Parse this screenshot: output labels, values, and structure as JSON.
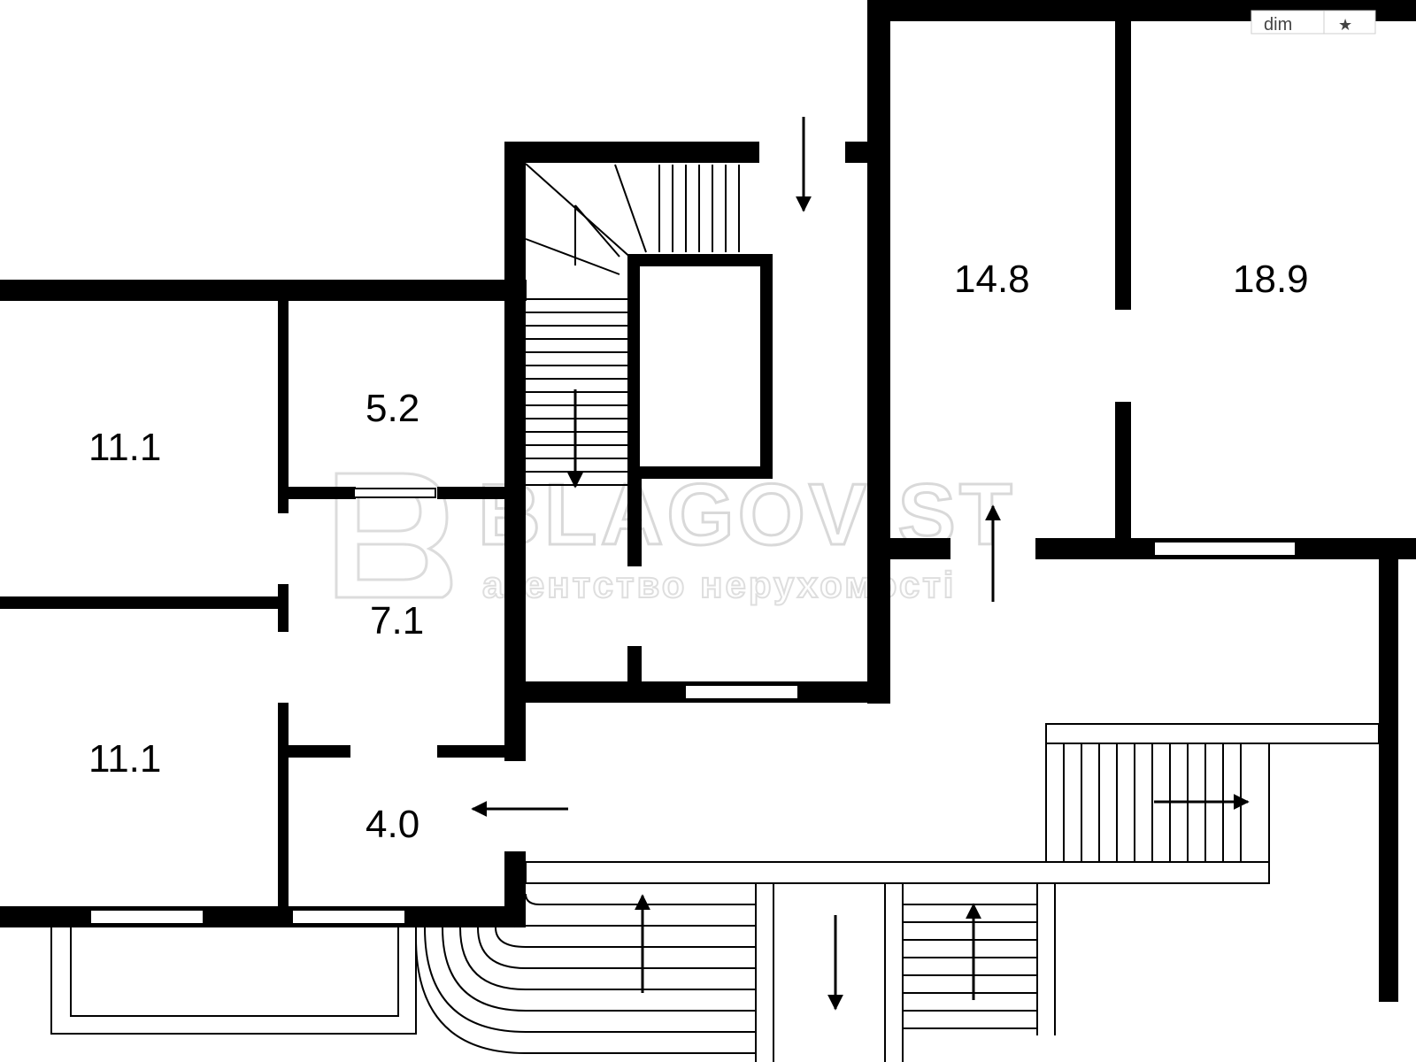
{
  "plan": {
    "rooms": [
      {
        "id": "room-a",
        "area": "11.1"
      },
      {
        "id": "room-b",
        "area": "5.2"
      },
      {
        "id": "room-c",
        "area": "7.1"
      },
      {
        "id": "room-d",
        "area": "11.1"
      },
      {
        "id": "room-e",
        "area": "4.0"
      },
      {
        "id": "room-f",
        "area": "14.8"
      },
      {
        "id": "room-g",
        "area": "18.9"
      }
    ]
  },
  "watermark": {
    "title": "BLAGOVIST",
    "subtitle": "агентство нерухомості"
  },
  "corner_logo": {
    "text": "dim"
  },
  "colors": {
    "wall": "#000000",
    "background": "#ffffff",
    "watermark": "#d9d9d9"
  }
}
